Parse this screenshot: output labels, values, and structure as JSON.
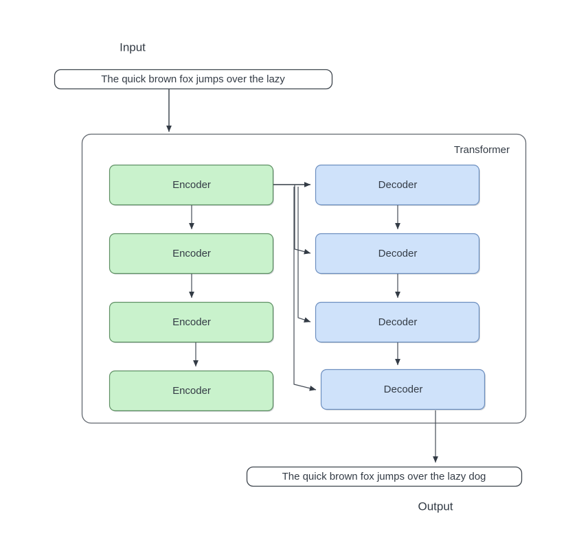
{
  "diagram": {
    "title_label": "Transformer",
    "input_caption": "Input",
    "output_caption": "Output",
    "input_text": "The quick brown fox jumps over the lazy",
    "output_text": "The quick brown fox jumps over the lazy dog",
    "encoder_label": "Encoder",
    "decoder_label": "Decoder",
    "encoders": [
      {
        "label": "Encoder"
      },
      {
        "label": "Encoder"
      },
      {
        "label": "Encoder"
      },
      {
        "label": "Encoder"
      }
    ],
    "decoders": [
      {
        "label": "Decoder"
      },
      {
        "label": "Decoder"
      },
      {
        "label": "Decoder"
      },
      {
        "label": "Decoder"
      }
    ],
    "colors": {
      "encoder_fill": "#c9f2cc",
      "encoder_stroke": "#5e8f63",
      "decoder_fill": "#cfe2fa",
      "decoder_stroke": "#6c8ebf",
      "container_stroke": "#60666e",
      "io_stroke": "#3d444c",
      "edge_stroke": "#333b45",
      "text": "#333b45",
      "background": "#ffffff"
    }
  }
}
